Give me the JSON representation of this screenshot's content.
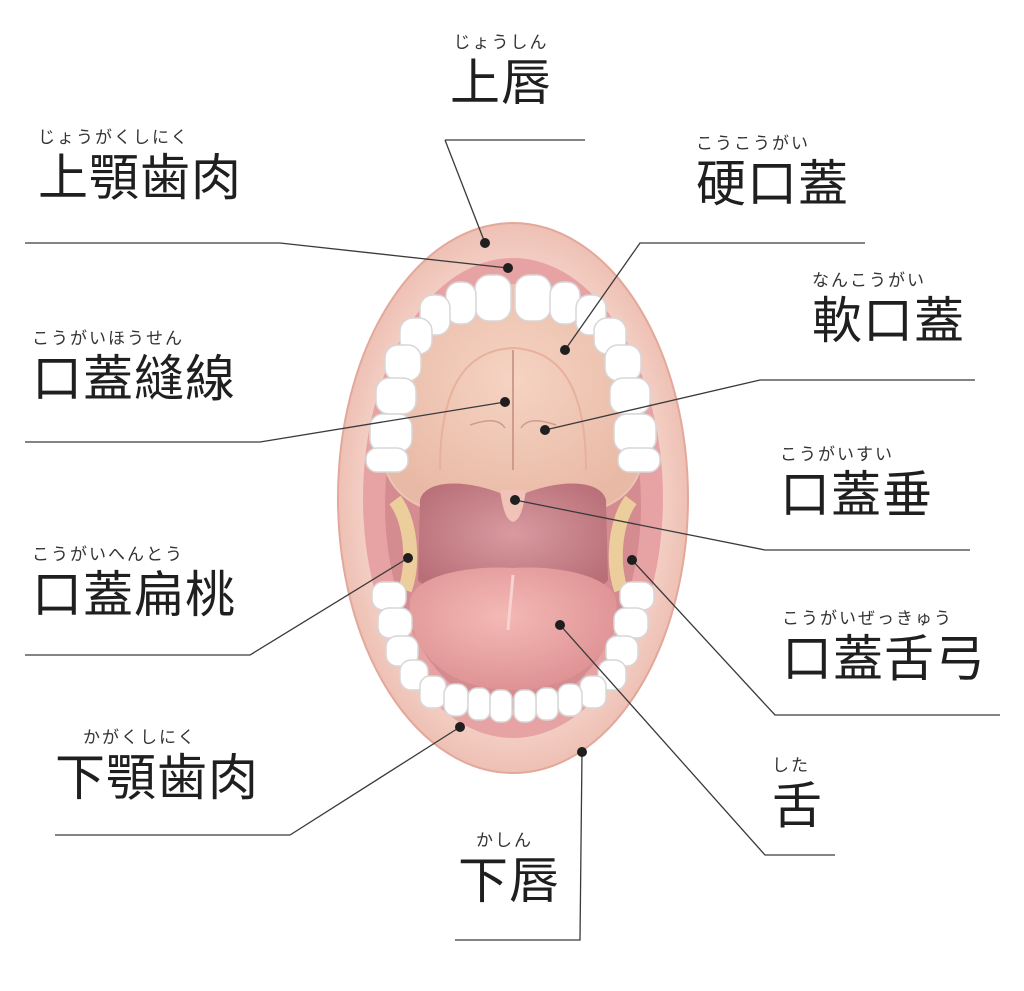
{
  "labels": {
    "upper_lip": {
      "name": "上唇",
      "reading": "じょうしん"
    },
    "upper_gum": {
      "name": "上顎歯肉",
      "reading": "じょうがくしにく"
    },
    "hard_palate": {
      "name": "硬口蓋",
      "reading": "こうこうがい"
    },
    "soft_palate": {
      "name": "軟口蓋",
      "reading": "なんこうがい"
    },
    "palatine_raphe": {
      "name": "口蓋縫線",
      "reading": "こうがいほうせん"
    },
    "uvula": {
      "name": "口蓋垂",
      "reading": "こうがいすい"
    },
    "tonsil": {
      "name": "口蓋扁桃",
      "reading": "こうがいへんとう"
    },
    "palatoglossal_arch": {
      "name": "口蓋舌弓",
      "reading": "こうがいぜっきゅう"
    },
    "lower_gum": {
      "name": "下顎歯肉",
      "reading": "かがくしにく"
    },
    "tongue": {
      "name": "舌",
      "reading": "した"
    },
    "lower_lip": {
      "name": "下唇",
      "reading": "かしん"
    }
  },
  "colors": {
    "lip": "#f4c9bd",
    "gum": "#e89f9f",
    "palate": "#f2c7b8",
    "throat": "#c97f86",
    "tongue": "#eaa3a3",
    "teeth": "#ffffff",
    "leader_line": "#3a3a3a"
  }
}
